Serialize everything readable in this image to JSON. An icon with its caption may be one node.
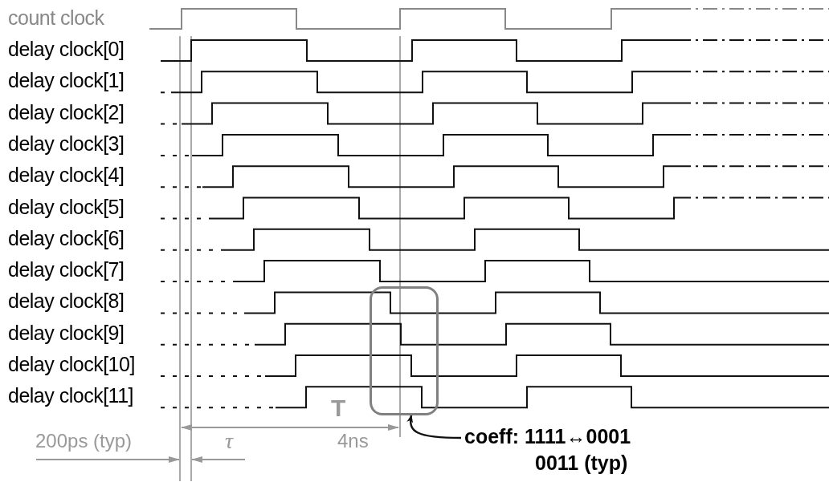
{
  "diagram": {
    "nodes": [
      {
        "text": [],
        "shape": "box"
      },
      {
        "text": [
          "coeff: 1111↔0001",
          "0011 (typ)"
        ]
      }
    ],
    "edges": [
      {
        "from": 1,
        "to": 0,
        "arrow": "to"
      }
    ],
    "labels": [
      "count clock",
      "delay clock[0]",
      "delay clock[1]",
      "delay clock[2]",
      "delay clock[3]",
      "delay clock[4]",
      "delay clock[5]",
      "delay clock[6]",
      "delay clock[7]",
      "delay clock[8]",
      "delay clock[9]",
      "delay clock[10]",
      "delay clock[11]",
      "T",
      "200ps (typ)",
      "τ",
      "4ns"
    ]
  }
}
